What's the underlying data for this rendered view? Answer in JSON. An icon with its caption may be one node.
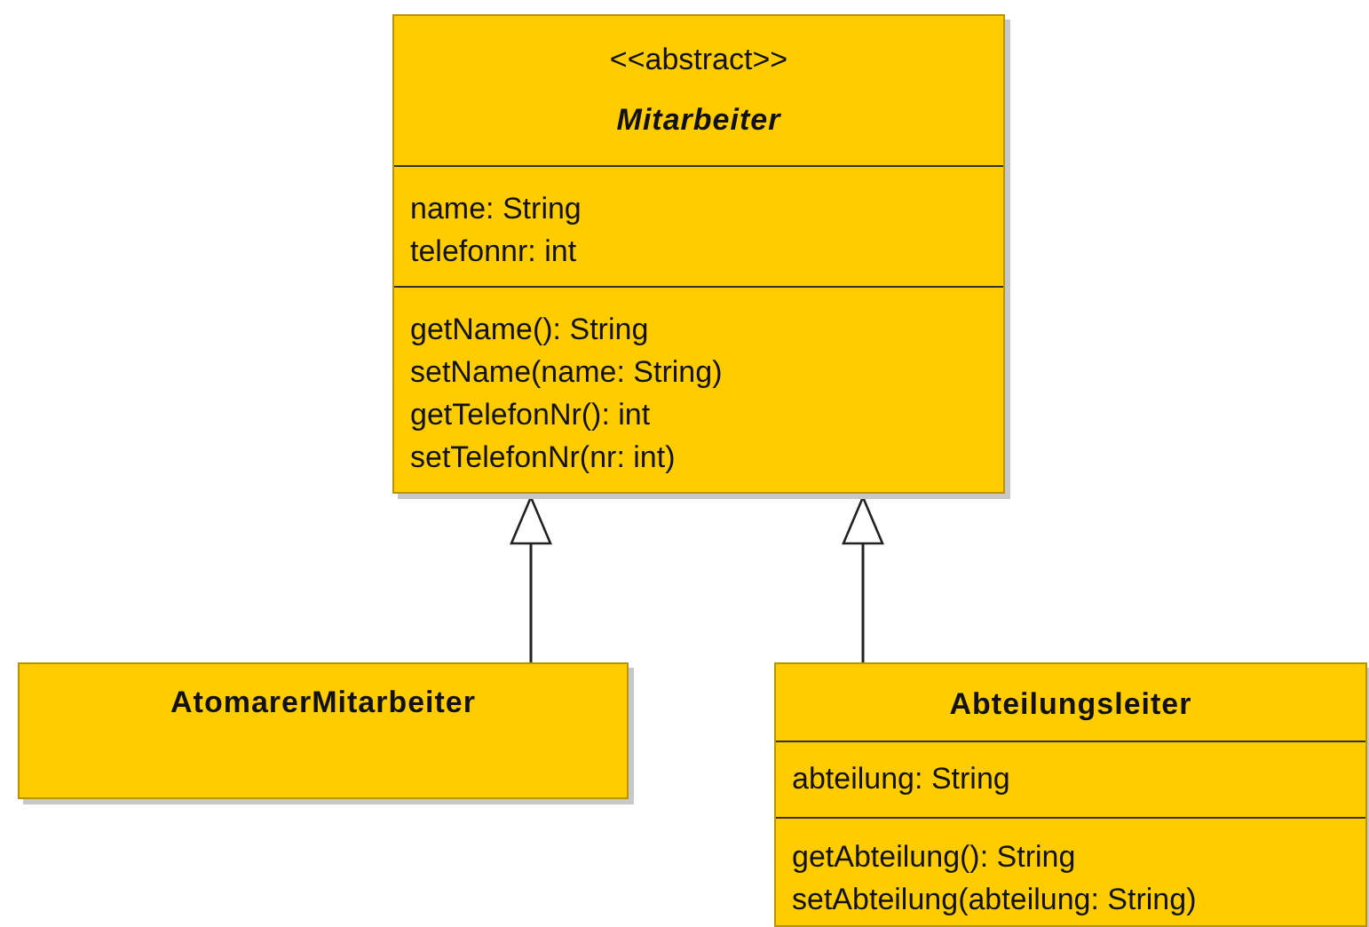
{
  "diagram": {
    "nodes": [
      {
        "text": [
          "<<abstract>>",
          "Mitarbeiter",
          "name: String",
          "telefonnr: int",
          "getName(): String",
          "setName(name: String)",
          "getTelefonNr(): int",
          "setTelefonNr(nr: int)"
        ]
      },
      {
        "text": [
          "AtomarerMitarbeiter"
        ]
      },
      {
        "text": [
          "Abteilungsleiter",
          "abteilung: String",
          "getAbteilung(): String",
          "setAbteilung(abteilung: String)"
        ]
      }
    ],
    "edges": [
      {
        "from": 1,
        "to": 0,
        "arrow": "to"
      },
      {
        "from": 2,
        "to": 0,
        "arrow": "to"
      }
    ]
  }
}
